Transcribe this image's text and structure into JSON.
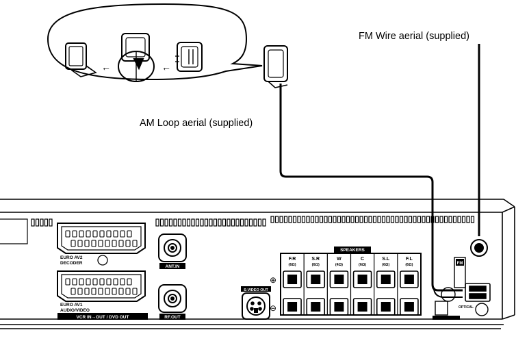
{
  "labels": {
    "fm_wire": "FM Wire aerial (supplied)",
    "am_loop": "AM Loop aerial (supplied)"
  },
  "panel": {
    "euro_av2": "EURO AV2",
    "decoder": "DECODER",
    "euro_av1": "EURO AV1",
    "audio_video": "AUDIO/VIDEO",
    "vcr_bar": "VCR IN→OUT / DVD OUT",
    "ant_in": "ANT.IN",
    "rf_out": "RF.OUT",
    "svideo_out": "S-VIDEO OUT",
    "speakers": "SPEAKERS",
    "fm": "FM",
    "optical": "OPTICAL"
  },
  "speaker_channels": [
    {
      "name": "F.R",
      "ohm": "(6Ω)"
    },
    {
      "name": "S.R",
      "ohm": "(6Ω)"
    },
    {
      "name": "W",
      "ohm": "(4Ω)"
    },
    {
      "name": "C",
      "ohm": "(6Ω)"
    },
    {
      "name": "S.L",
      "ohm": "(6Ω)"
    },
    {
      "name": "F.L",
      "ohm": "(6Ω)"
    }
  ],
  "polarity": {
    "plus": "⊕",
    "minus": "⊖"
  },
  "arrows": {
    "left": "←"
  },
  "colors": {
    "ink": "#000000",
    "panel": "#ffffff",
    "line": "#111111"
  }
}
